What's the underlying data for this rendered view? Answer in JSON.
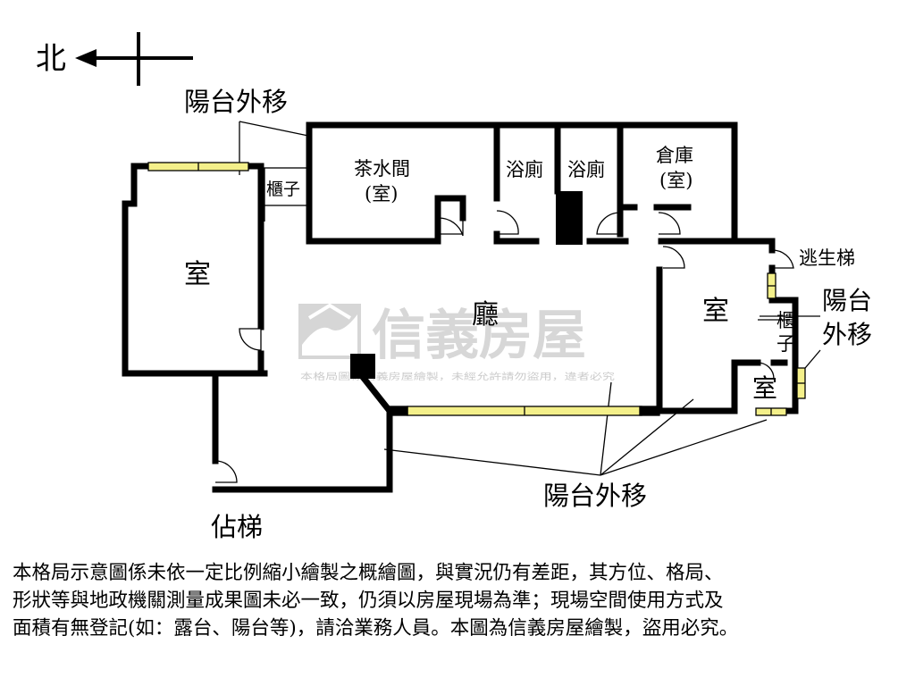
{
  "compass": {
    "north_label": "北"
  },
  "rooms": {
    "tea_room": "茶水間",
    "tea_room_sub": "(室)",
    "bath_1": "浴廁",
    "bath_2": "浴廁",
    "storage": "倉庫",
    "storage_sub": "(室)",
    "cabinet_left": "櫃子",
    "room_left": "室",
    "living": "廳",
    "room_right": "室",
    "cabinet_right_1": "櫃",
    "cabinet_right_2": "子",
    "room_small": "室",
    "escape_stairs": "逃生梯",
    "occupied_stairs": "佔梯"
  },
  "annotations": {
    "balcony_moved_top": "陽台外移",
    "balcony_moved_right_1": "陽台",
    "balcony_moved_right_2": "外移",
    "balcony_moved_bottom": "陽台外移"
  },
  "watermark": {
    "brand": "信義房屋",
    "notice": "本格局圖係信義房屋繪製，未經允許請勿盜用，違者必究"
  },
  "disclaimer": {
    "line1": "本格局示意圖係未依一定比例縮小繪製之概繪圖，與實況仍有差距，其方位、格局、",
    "line2": "形狀等與地政機關測量成果圖未必一致，仍須以房屋現場為準；現場空間使用方式及",
    "line3": "面積有無登記(如：露台、陽台等)，請洽業務人員。本圖為信義房屋繪製，盜用必究。"
  },
  "colors": {
    "wall": "#000000",
    "window": "#f4f08a",
    "watermark": "#c8c8c8"
  }
}
